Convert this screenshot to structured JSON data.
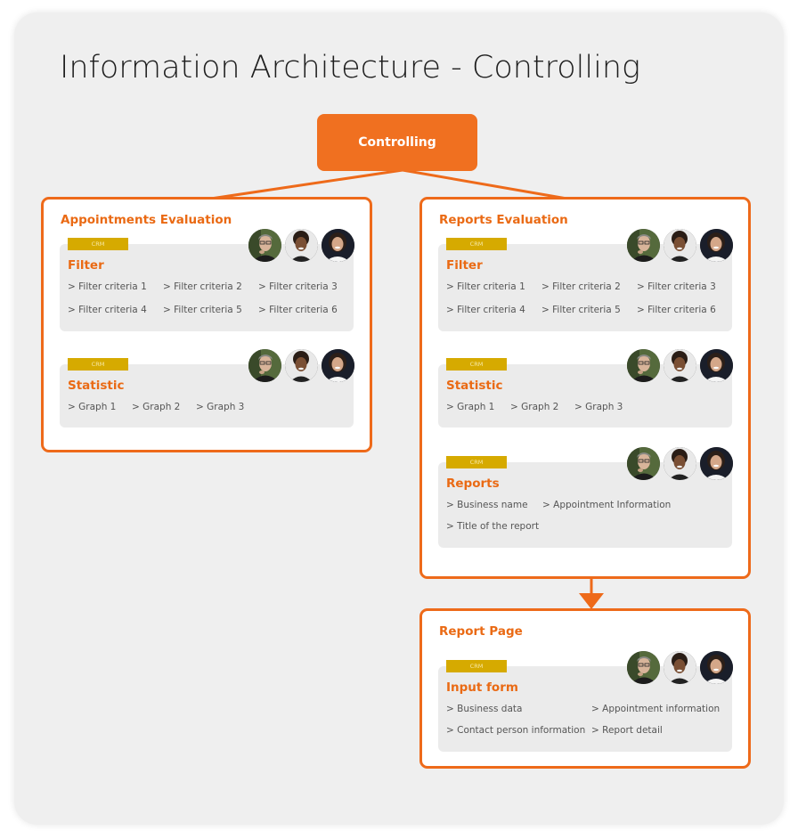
{
  "title": "Information Architecture - Controlling",
  "root": {
    "label": "Controlling"
  },
  "tag_label": "CRM",
  "sections": [
    {
      "title": "Appointments Evaluation",
      "cards": [
        {
          "title": "Filter",
          "items": [
            "> Filter criteria 1",
            "> Filter criteria 2",
            "> Filter criteria 3",
            "> Filter criteria 4",
            "> Filter criteria 5",
            "> Filter criteria 6"
          ]
        },
        {
          "title": "Statistic",
          "items": [
            "> Graph 1",
            "> Graph 2",
            "> Graph 3"
          ]
        }
      ]
    },
    {
      "title": "Reports Evaluation",
      "cards": [
        {
          "title": "Filter",
          "items": [
            "> Filter criteria 1",
            "> Filter criteria 2",
            "> Filter criteria 3",
            "> Filter criteria 4",
            "> Filter criteria 5",
            "> Filter criteria 6"
          ]
        },
        {
          "title": "Statistic",
          "items": [
            "> Graph 1",
            "> Graph 2",
            "> Graph 3"
          ]
        },
        {
          "title": "Reports",
          "items": [
            "> Business name",
            "> Appointment Information",
            "> Title of the report"
          ]
        }
      ]
    },
    {
      "title": "Report Page",
      "cards": [
        {
          "title": "Input form",
          "items": [
            "> Business data",
            "> Appointment information",
            "> Contact person information",
            "> Report detail"
          ]
        }
      ]
    }
  ],
  "colors": {
    "accent": "#ee6a1a",
    "tag": "#d6aa00",
    "card": "#ebebeb",
    "board": "#efefef"
  },
  "avatar_icons": [
    "man-with-glasses-avatar",
    "woman-curly-hair-avatar",
    "woman-dark-hair-avatar"
  ]
}
